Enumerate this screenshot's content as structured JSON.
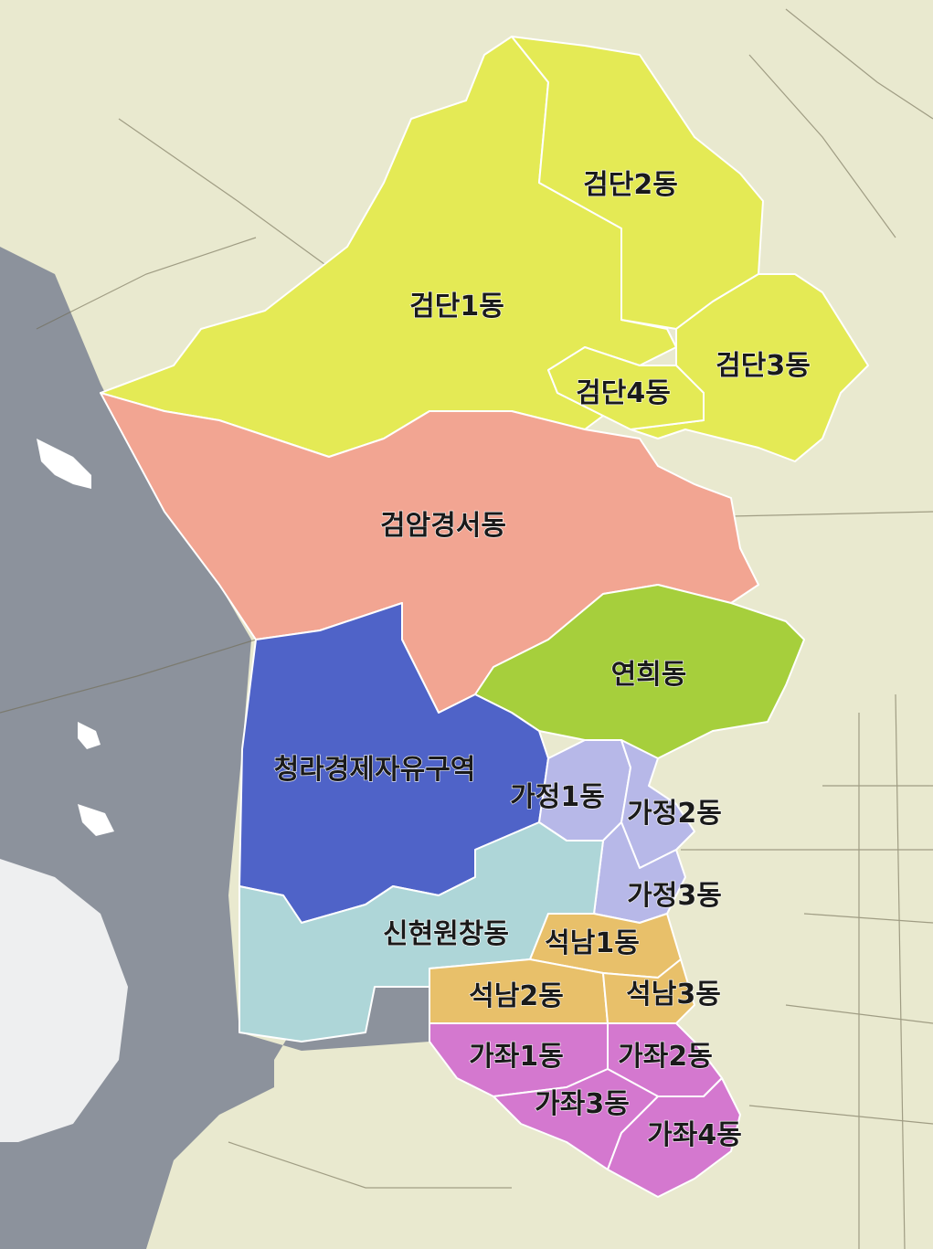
{
  "colors": {
    "land": "#e9e9cf",
    "sea": "#8c929c",
    "geomdan": "#e4ea55",
    "geomam": "#f2a592",
    "yeonhui": "#a6cf3c",
    "cheongna": "#4f63c8",
    "sinhyeon": "#aed6d8",
    "gajeong": "#b7b8e8",
    "seoknam": "#e8c06a",
    "gajwa": "#d478cf",
    "road": "#6f6a52",
    "boundary": "#ffffff"
  },
  "districts": [
    {
      "id": "geomdan1",
      "label": "검단1동"
    },
    {
      "id": "geomdan2",
      "label": "검단2동"
    },
    {
      "id": "geomdan3",
      "label": "검단3동"
    },
    {
      "id": "geomdan4",
      "label": "검단4동"
    },
    {
      "id": "geomam",
      "label": "검암경서동"
    },
    {
      "id": "yeonhui",
      "label": "연희동"
    },
    {
      "id": "cheongna",
      "label": "청라경제자유구역"
    },
    {
      "id": "gajeong1",
      "label": "가정1동"
    },
    {
      "id": "gajeong2",
      "label": "가정2동"
    },
    {
      "id": "gajeong3",
      "label": "가정3동"
    },
    {
      "id": "sinhyeon",
      "label": "신현원창동"
    },
    {
      "id": "seoknam1",
      "label": "석남1동"
    },
    {
      "id": "seoknam2",
      "label": "석남2동"
    },
    {
      "id": "seoknam3",
      "label": "석남3동"
    },
    {
      "id": "gajwa1",
      "label": "가좌1동"
    },
    {
      "id": "gajwa2",
      "label": "가좌2동"
    },
    {
      "id": "gajwa3",
      "label": "가좌3동"
    },
    {
      "id": "gajwa4",
      "label": "가좌4동"
    }
  ]
}
